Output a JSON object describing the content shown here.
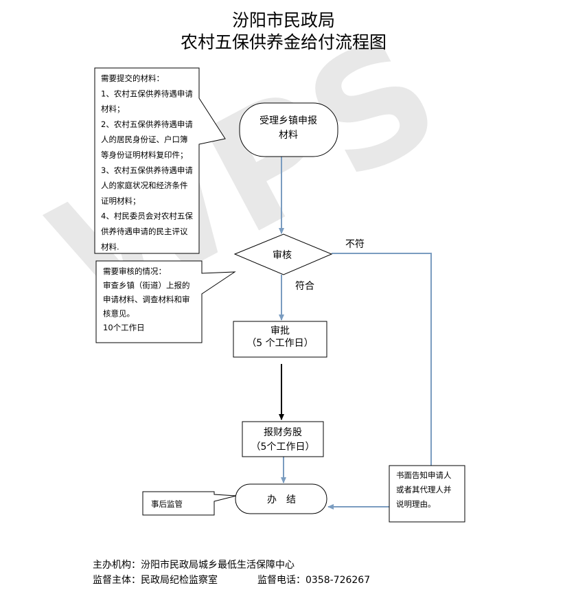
{
  "title": {
    "line1": "汾阳市民政局",
    "line2": "农村五保供养金给付流程图"
  },
  "watermark": "WPS",
  "callout_materials": {
    "lines": [
      "需要提交的材料：",
      "1、农村五保供养待遇申请",
      "材料；",
      "2、农村五保供养待遇申请",
      "人的居民身份证、户口簿",
      "等身份证明材料复印件；",
      "3、农村五保供养待遇申请",
      "人的家庭状况和经济条件",
      "证明材料；",
      "4、村民委员会对农村五保",
      "供养待遇申请的民主评议",
      "材料."
    ]
  },
  "callout_review": {
    "lines": [
      "需要审核的情况：",
      "审查乡镇（街道）上报的",
      "申请材料、调查材料和审",
      "核意见。",
      "10个工作日"
    ]
  },
  "callout_supervision": "事后监管",
  "nodes": {
    "accept": [
      "受理乡镇申报",
      "材料"
    ],
    "review": "审核",
    "approve": [
      "审批",
      "（5 个工作日）"
    ],
    "finance": [
      "报财务股",
      "（5个工作日）"
    ],
    "finish": "办　结",
    "notify": [
      "书面告知申请人",
      "或者其代理人并",
      "说明理由。"
    ]
  },
  "edges": {
    "pass": "符合",
    "fail": "不符"
  },
  "footer": {
    "organizer": "主办机构：汾阳市民政局城乡最低生活保障中心",
    "supervisor": "监督主体：民政局纪检监察室",
    "phone": "监督电话：0358-726267"
  },
  "colors": {
    "connector": "#7a9cc0"
  }
}
